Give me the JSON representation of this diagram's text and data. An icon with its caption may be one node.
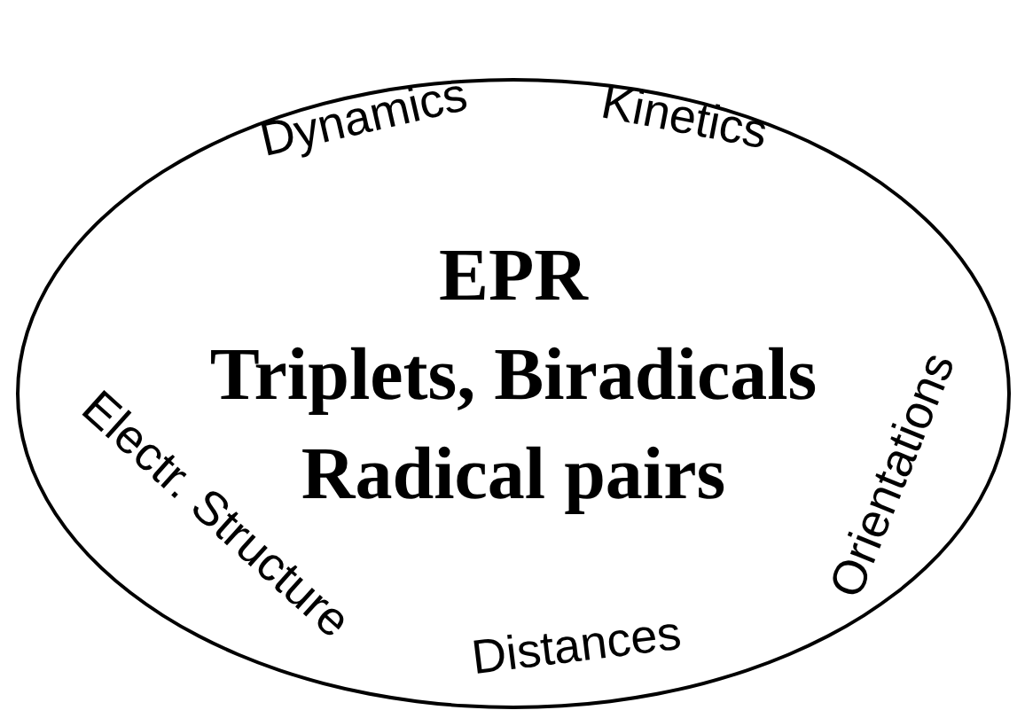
{
  "diagram": {
    "nodes": [
      {
        "text": [
          "EPR",
          "Triplets, Biradicals",
          "Radical pairs"
        ]
      }
    ],
    "labels": [
      "Dynamics",
      "Kinetics",
      "Electr. Structure",
      "Orientations",
      "Distances"
    ]
  }
}
